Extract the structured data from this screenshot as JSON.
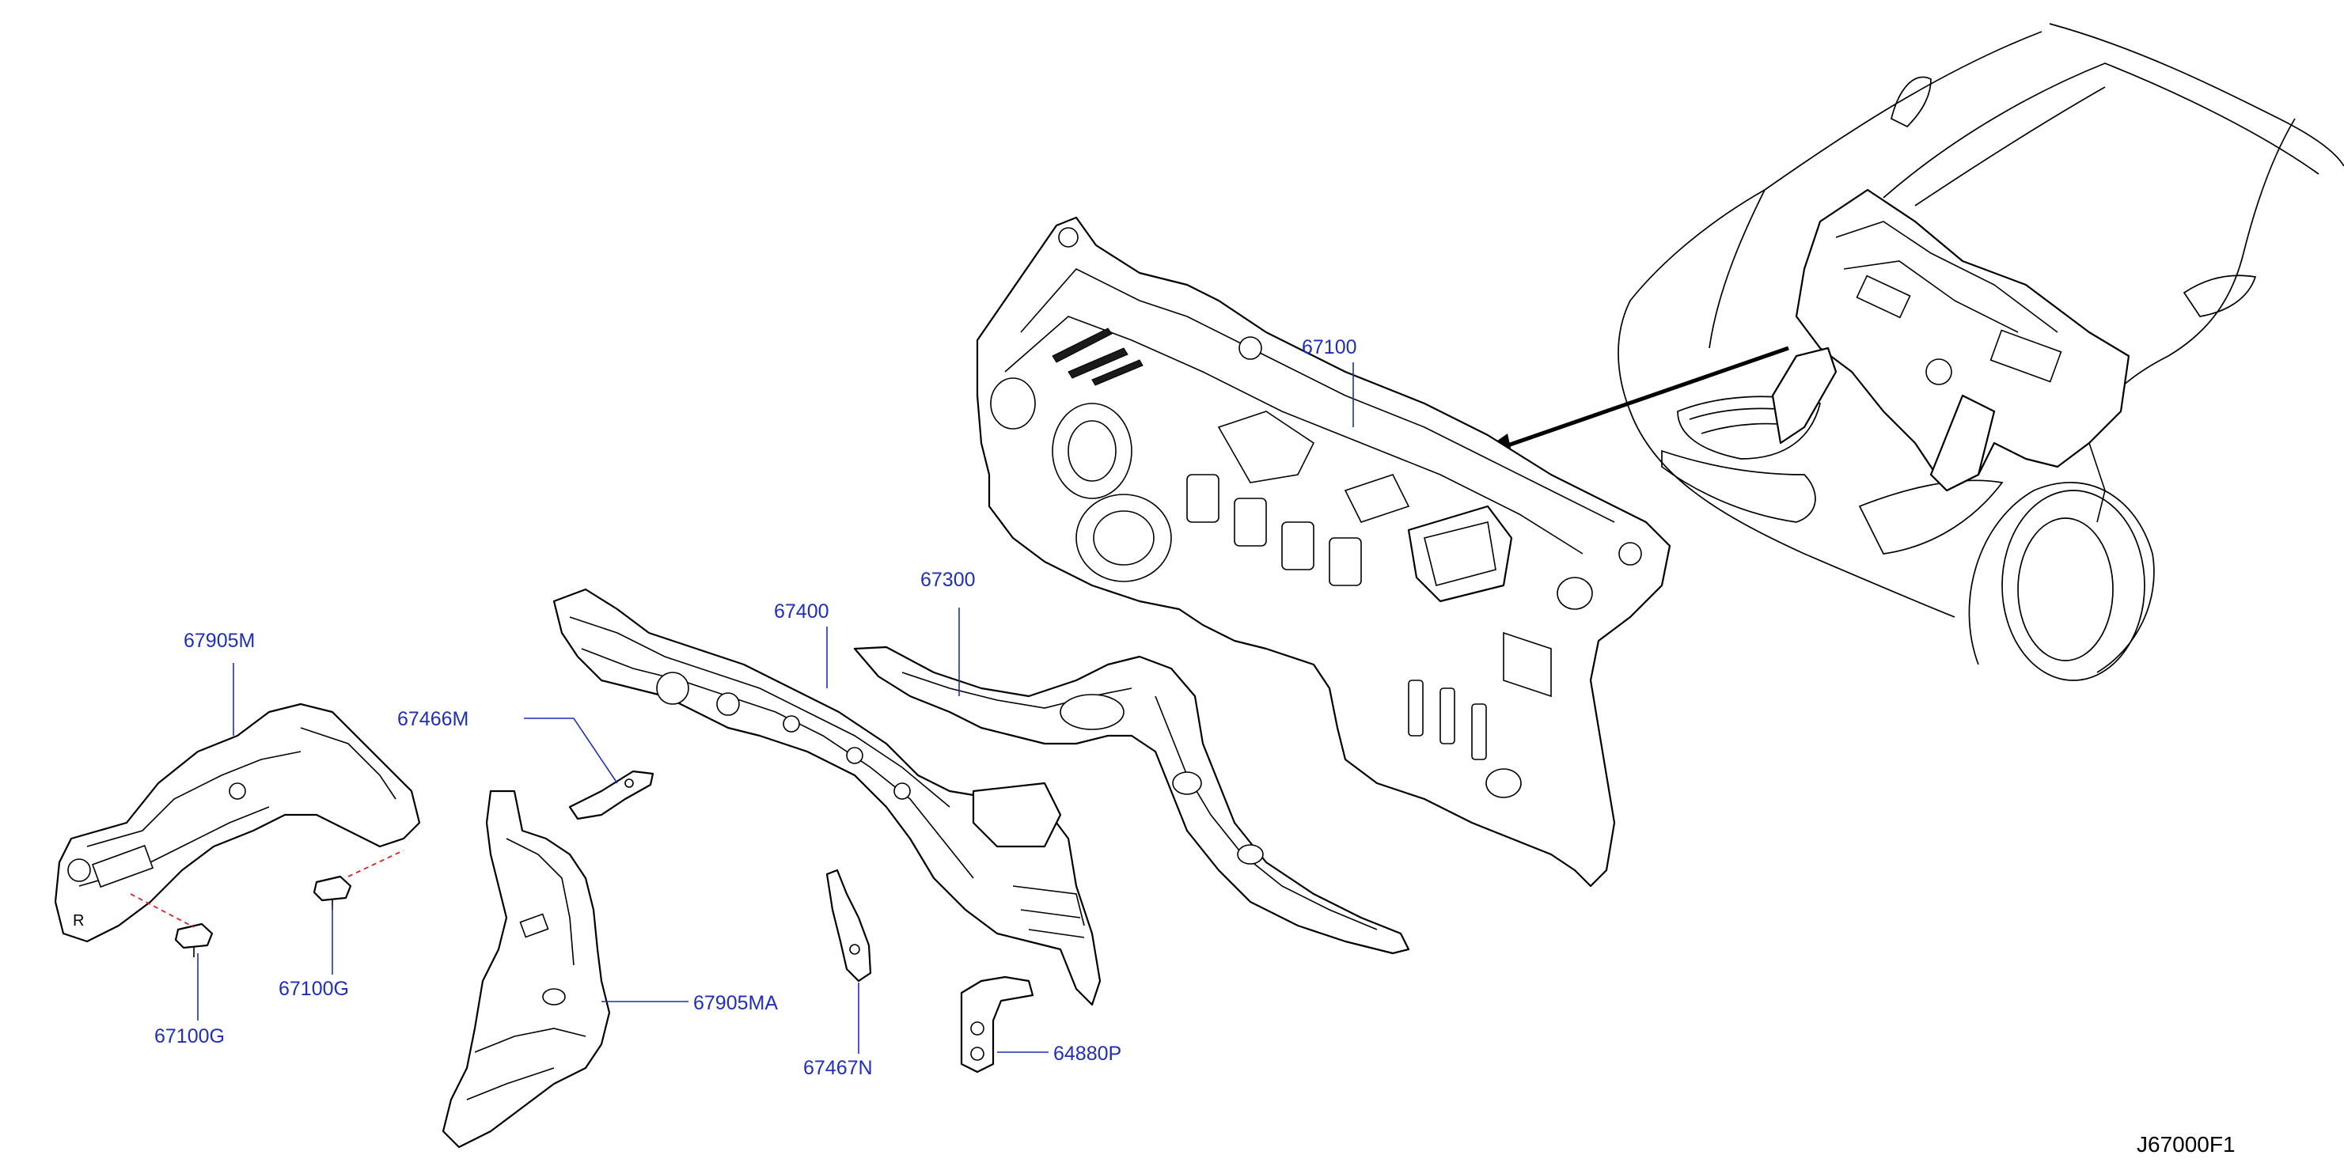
{
  "colors": {
    "line_art": "#000000",
    "callout_text": "#1f2fb8",
    "assembly_dashes": "#d22222",
    "background": "#ffffff"
  },
  "callouts": [
    {
      "id": "p67100",
      "label": "67100"
    },
    {
      "id": "p67400",
      "label": "67400"
    },
    {
      "id": "p67300",
      "label": "67300"
    },
    {
      "id": "p67905M",
      "label": "67905M"
    },
    {
      "id": "p67466M",
      "label": "67466M"
    },
    {
      "id": "p67100G_right",
      "label": "67100G"
    },
    {
      "id": "p67100G_left",
      "label": "67100G"
    },
    {
      "id": "p67905MA",
      "label": "67905MA"
    },
    {
      "id": "p67467N",
      "label": "67467N"
    },
    {
      "id": "p64880P",
      "label": "64880P"
    }
  ],
  "diagram_code": "J67000F1",
  "stamp_letter": "R"
}
